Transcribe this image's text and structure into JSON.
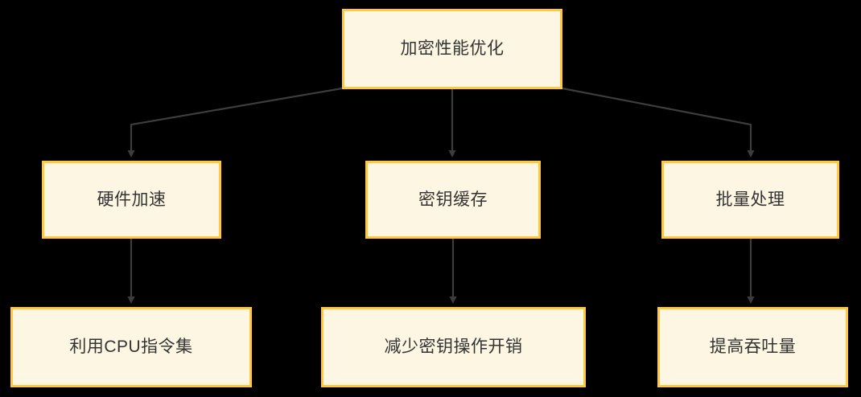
{
  "diagram": {
    "type": "flowchart",
    "orientation": "top-down",
    "background_color": "#000000",
    "node_fill_color": "#fdf6e3",
    "node_border_color": "#ffc83d",
    "node_text_color": "#333333",
    "edge_color": "#3d3d3d",
    "title": "加密性能优化",
    "levels": [
      {
        "level": 1,
        "nodes": [
          {
            "id": "root",
            "label": "加密性能优化"
          }
        ]
      },
      {
        "level": 2,
        "nodes": [
          {
            "id": "hw",
            "label": "硬件加速"
          },
          {
            "id": "cache",
            "label": "密钥缓存"
          },
          {
            "id": "batch",
            "label": "批量处理"
          }
        ]
      },
      {
        "level": 3,
        "nodes": [
          {
            "id": "cpu",
            "label": "利用CPU指令集"
          },
          {
            "id": "reduce",
            "label": "减少密钥操作开销"
          },
          {
            "id": "tps",
            "label": "提高吞吐量"
          }
        ]
      }
    ],
    "edges": [
      {
        "from": "root",
        "to": "hw",
        "style": "elbow-arrow"
      },
      {
        "from": "root",
        "to": "cache",
        "style": "straight-arrow"
      },
      {
        "from": "root",
        "to": "batch",
        "style": "elbow-arrow"
      },
      {
        "from": "hw",
        "to": "cpu",
        "style": "straight-arrow"
      },
      {
        "from": "cache",
        "to": "reduce",
        "style": "straight-arrow"
      },
      {
        "from": "batch",
        "to": "tps",
        "style": "straight-arrow"
      }
    ]
  }
}
